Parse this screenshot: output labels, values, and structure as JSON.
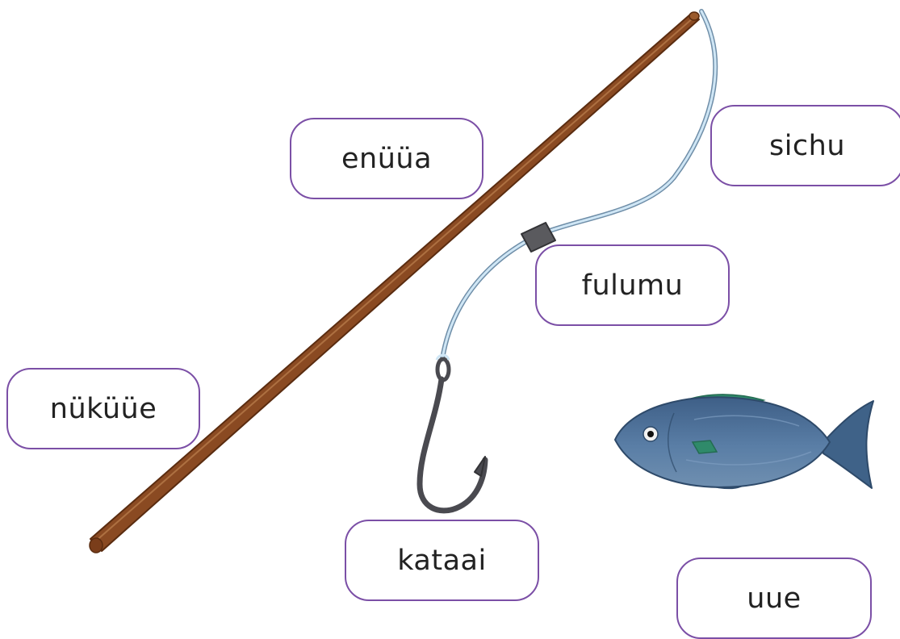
{
  "labels": {
    "rod": "enüüa",
    "line": "sichu",
    "float": "fulumu",
    "handle": "nüküüe",
    "hook": "kataai",
    "fish": "uue"
  },
  "colors": {
    "label_border": "#7b4fa6",
    "rod_brown": "#8a4a22",
    "line_blue": "#b8d8ec",
    "hook_gray": "#4a4a50",
    "fish_body": "#4f6f96",
    "fish_fin": "#2f8a6a"
  },
  "icons": [
    "fishing-rod-icon",
    "fishing-line-icon",
    "line-float-icon",
    "fish-hook-icon",
    "fish-icon"
  ]
}
